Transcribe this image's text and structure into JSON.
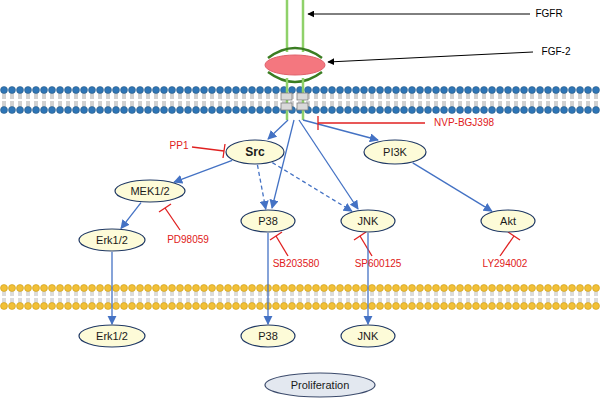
{
  "diagram": {
    "nodes": [
      {
        "text": [
          "Src"
        ]
      },
      {
        "text": [
          "PI3K"
        ]
      },
      {
        "text": [
          "MEK1/2"
        ]
      },
      {
        "text": [
          "P38"
        ]
      },
      {
        "text": [
          "JNK"
        ]
      },
      {
        "text": [
          "Akt"
        ]
      },
      {
        "text": [
          "Erk1/2"
        ]
      },
      {
        "text": [
          "Erk1/2"
        ]
      },
      {
        "text": [
          "P38"
        ]
      },
      {
        "text": [
          "JNK"
        ]
      },
      {
        "text": [
          "Proliferation"
        ]
      }
    ],
    "edges": [
      {
        "from": 0,
        "to": 2,
        "arrow": "to"
      },
      {
        "from": 0,
        "to": 3,
        "arrow": "to"
      },
      {
        "from": 0,
        "to": 4,
        "arrow": "to"
      },
      {
        "from": 1,
        "to": 5,
        "arrow": "to"
      },
      {
        "from": 2,
        "to": 6,
        "arrow": "to"
      },
      {
        "from": 6,
        "to": 7,
        "arrow": "to"
      },
      {
        "from": 3,
        "to": 8,
        "arrow": "to"
      },
      {
        "from": 4,
        "to": 9,
        "arrow": "to"
      }
    ],
    "labels": [
      "FGFR",
      "FGF-2",
      "NVP-BGJ398",
      "PP1",
      "PD98059",
      "SB203580",
      "SP600125",
      "LY294002"
    ]
  }
}
